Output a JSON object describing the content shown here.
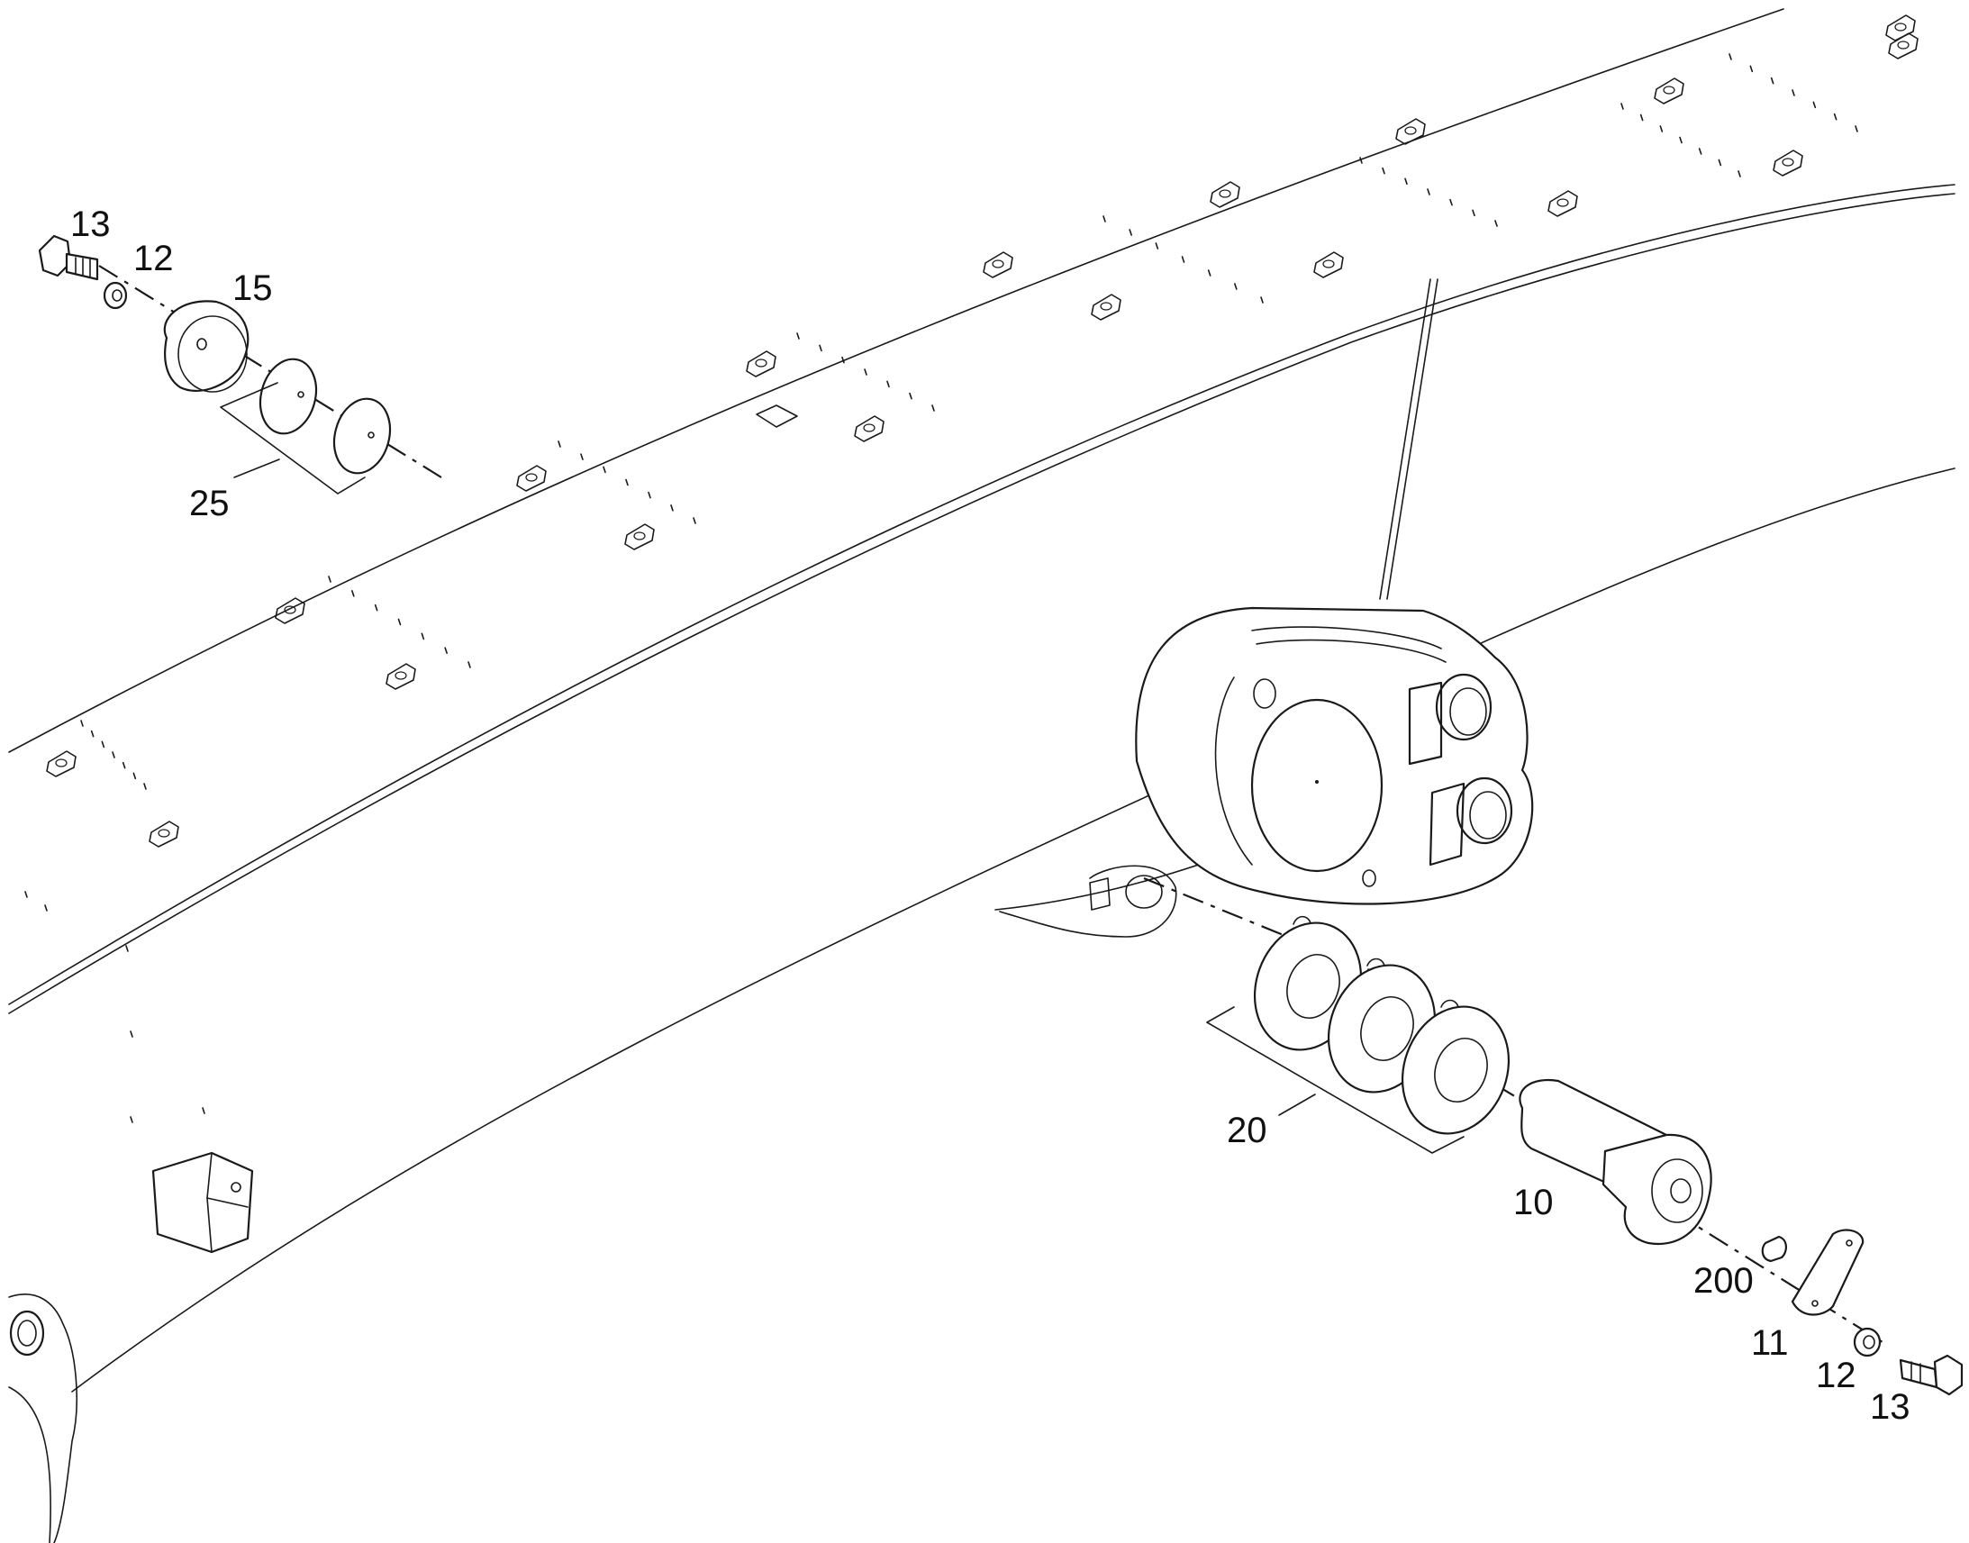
{
  "callouts": {
    "c13_top": "13",
    "c12_top": "12",
    "c15": "15",
    "c25": "25",
    "c20": "20",
    "c10": "10",
    "c200": "200",
    "c11": "11",
    "c12_bottom": "12",
    "c13_bottom": "13"
  }
}
